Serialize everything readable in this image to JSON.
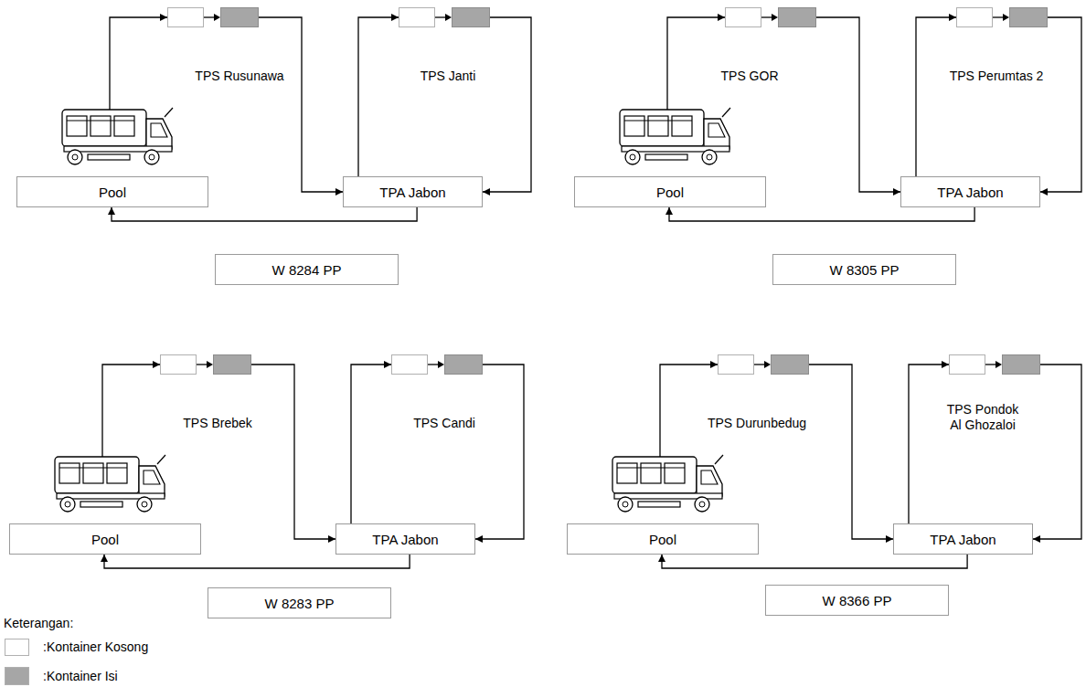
{
  "diagram": {
    "nodes": [
      {
        "text": [
          "TPS Rusunawa"
        ]
      },
      {
        "text": [
          "TPS Janti"
        ]
      },
      {
        "text": [
          "Pool"
        ]
      },
      {
        "text": [
          "TPA Jabon"
        ]
      },
      {
        "text": [
          "W 8284 PP"
        ]
      },
      {
        "text": [
          "TPS GOR"
        ]
      },
      {
        "text": [
          "TPS Perumtas 2"
        ]
      },
      {
        "text": [
          "Pool"
        ]
      },
      {
        "text": [
          "TPA Jabon"
        ]
      },
      {
        "text": [
          "W 8305 PP"
        ]
      },
      {
        "text": [
          "TPS Brebek"
        ]
      },
      {
        "text": [
          "TPS Candi"
        ]
      },
      {
        "text": [
          "Pool"
        ]
      },
      {
        "text": [
          "TPA Jabon"
        ]
      },
      {
        "text": [
          "W 8283 PP"
        ]
      },
      {
        "text": [
          "TPS Durunbedug"
        ]
      },
      {
        "text": [
          "TPS Pondok Al Ghozaloi"
        ]
      },
      {
        "text": [
          "Pool"
        ]
      },
      {
        "text": [
          "TPA Jabon"
        ]
      },
      {
        "text": [
          "W 8366 PP"
        ]
      }
    ],
    "edges": [
      {
        "from": 0,
        "to": 3,
        "arrow": "to"
      },
      {
        "from": 3,
        "to": 1,
        "arrow": "to"
      },
      {
        "from": 1,
        "to": 3,
        "arrow": "to"
      },
      {
        "from": 3,
        "to": 2,
        "arrow": "to"
      },
      {
        "from": 5,
        "to": 8,
        "arrow": "to"
      },
      {
        "from": 8,
        "to": 6,
        "arrow": "to"
      },
      {
        "from": 6,
        "to": 8,
        "arrow": "to"
      },
      {
        "from": 8,
        "to": 7,
        "arrow": "to"
      },
      {
        "from": 10,
        "to": 13,
        "arrow": "to"
      },
      {
        "from": 13,
        "to": 11,
        "arrow": "to"
      },
      {
        "from": 11,
        "to": 13,
        "arrow": "to"
      },
      {
        "from": 13,
        "to": 12,
        "arrow": "to"
      },
      {
        "from": 15,
        "to": 18,
        "arrow": "to"
      },
      {
        "from": 18,
        "to": 16,
        "arrow": "to"
      },
      {
        "from": 16,
        "to": 18,
        "arrow": "to"
      },
      {
        "from": 18,
        "to": 17,
        "arrow": "to"
      }
    ],
    "labels": [
      "Keterangan:"
    ],
    "legend": [
      {
        "text": ":Kontainer Kosong",
        "color": "#ffffff"
      },
      {
        "text": ":Kontainer Isi",
        "color": "#a6a6a6"
      }
    ]
  }
}
